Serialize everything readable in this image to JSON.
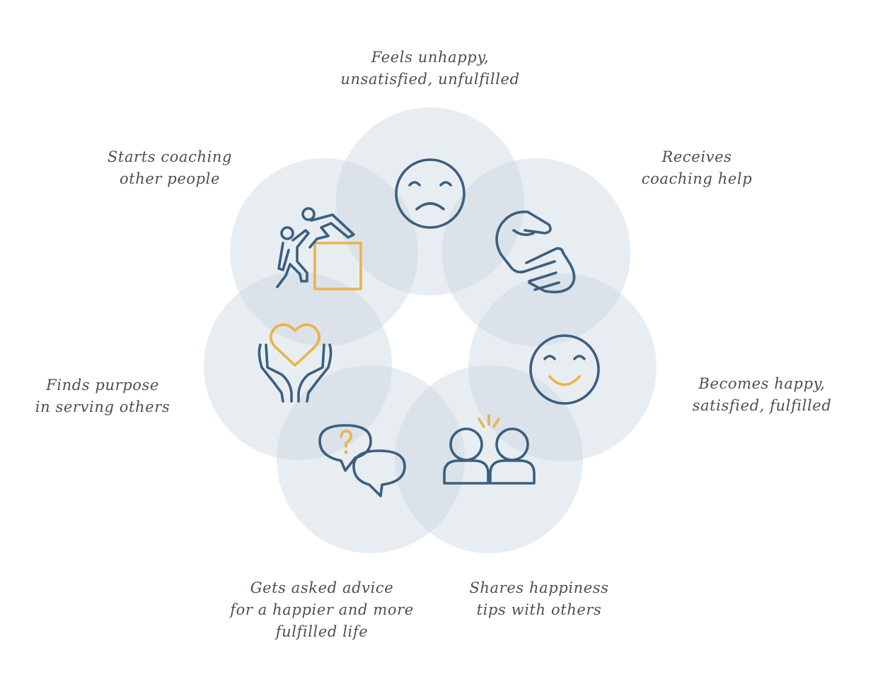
{
  "steps": [
    {
      "id": "unhappy",
      "icon": "sad-face-icon",
      "lines": [
        "Feels unhappy,",
        "unsatisfied, unfulfilled"
      ]
    },
    {
      "id": "receives-help",
      "icon": "helping-hands-icon",
      "lines": [
        "Receives",
        "coaching help"
      ]
    },
    {
      "id": "happy",
      "icon": "smiley-face-icon",
      "lines": [
        "Becomes happy,",
        "satisfied, fulfilled"
      ]
    },
    {
      "id": "shares",
      "icon": "two-people-icon",
      "lines": [
        "Shares happiness",
        "tips with others"
      ]
    },
    {
      "id": "asked-advice",
      "icon": "speech-bubbles-question-icon",
      "lines": [
        "Gets asked advice",
        "for a happier and more",
        "fulfilled life"
      ]
    },
    {
      "id": "purpose",
      "icon": "hands-holding-heart-icon",
      "lines": [
        "Finds purpose",
        "in serving others"
      ]
    },
    {
      "id": "coaching-others",
      "icon": "climbing-help-icon",
      "lines": [
        "Starts coaching",
        "other people"
      ]
    }
  ],
  "colors": {
    "circle_fill": "#c9d4df",
    "icon_blue": "#3a5f80",
    "icon_gold": "#eab448",
    "label_text": "#4a4f55"
  }
}
